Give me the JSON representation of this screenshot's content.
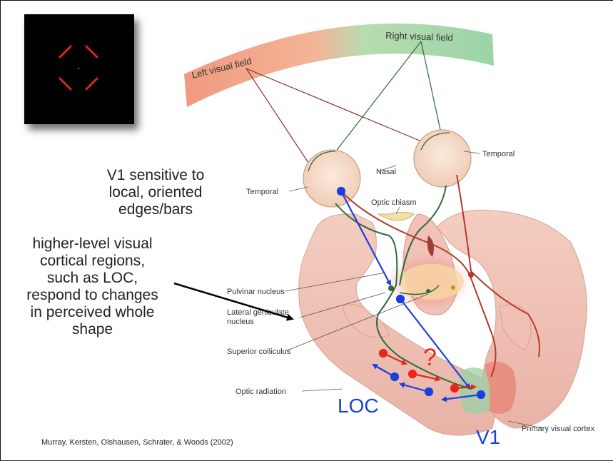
{
  "captions": {
    "v1_lines": [
      "V1 sensitive to",
      "local, oriented",
      "edges/bars"
    ],
    "higher_lines": [
      "higher-level visual",
      "cortical regions,",
      "such as LOC,",
      "respond to changes",
      "in perceived whole",
      "shape"
    ]
  },
  "figure_labels": {
    "left_visual_field": "Left visual field",
    "right_visual_field": "Right visual field",
    "temporal_left": "Temporal",
    "nasal": "Nasal",
    "temporal_right": "Temporal",
    "optic_chiasm": "Optic chiasm",
    "pulvinar": "Pulvinar nucleus",
    "lgn_line1": "Lateral geniculate",
    "lgn_line2": "nucleus",
    "superior_colliculus": "Superior colliculus",
    "optic_radiation": "Optic radiation",
    "primary_visual_cortex": "Primary visual cortex"
  },
  "region_labels": {
    "loc": "LOC",
    "v1": "V1",
    "question": "?"
  },
  "citation": "Murray, Kersten, Olshausen, Schrater, & Woods (2002)",
  "colors": {
    "feedforward_arrow": "#1a3fe0",
    "feedback_arrow": "#e8261c",
    "region_label": "#1a3fe0",
    "question_mark": "#e8261c",
    "stimulus_bar": "#d8281a",
    "left_field": "#f09a80",
    "right_field": "#9ad4a8"
  }
}
